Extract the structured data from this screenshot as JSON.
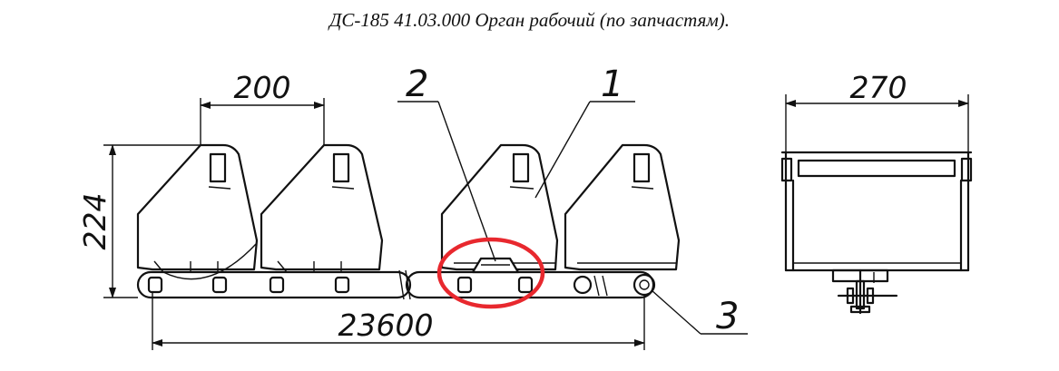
{
  "title": "ДС-185 41.03.000  Орган рабочий  (по запчастям).",
  "dimensions": {
    "bucket_pitch": "200",
    "bucket_height": "224",
    "chain_length": "23600",
    "bucket_width": "270"
  },
  "callouts": {
    "item1": "1",
    "item2": "2",
    "item3": "3"
  },
  "highlight": {
    "color": "#e8282e",
    "target": "item2"
  }
}
